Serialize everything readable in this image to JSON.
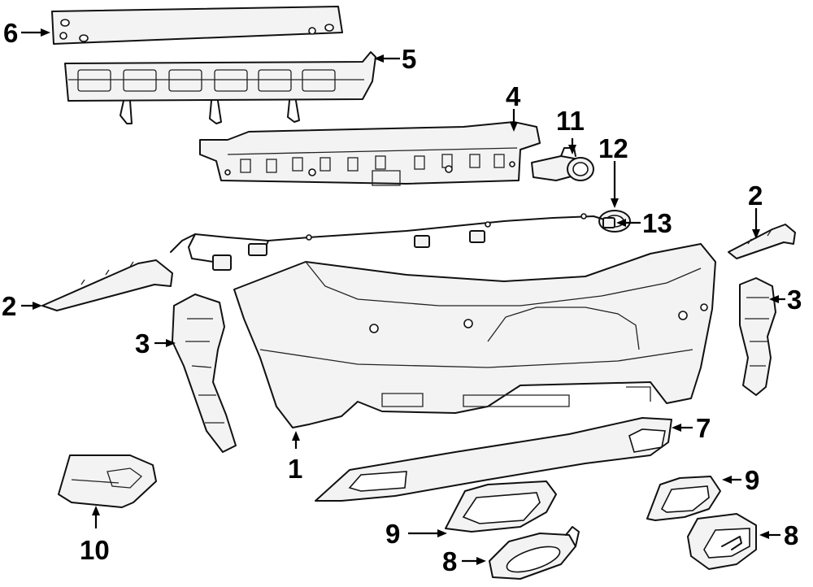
{
  "callouts": {
    "c1": "1",
    "c2_left": "2",
    "c2_right": "2",
    "c3_left": "3",
    "c3_right": "3",
    "c4": "4",
    "c5": "5",
    "c6": "6",
    "c7": "7",
    "c8_left": "8",
    "c8_right": "8",
    "c9_left": "9",
    "c9_right": "9",
    "c10": "10",
    "c11": "11",
    "c12": "12",
    "c13": "13"
  }
}
